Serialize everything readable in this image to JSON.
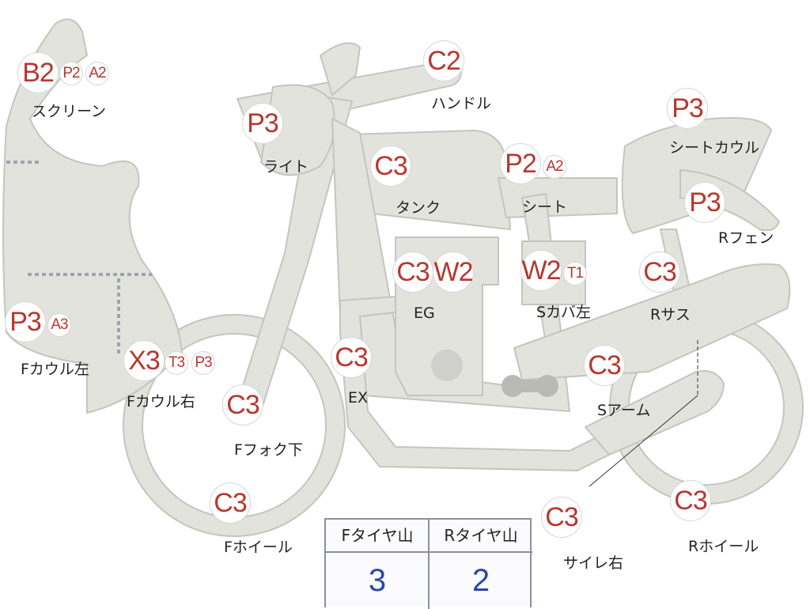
{
  "parts": [
    {
      "id": "screen",
      "label": "スクリーン",
      "codes": [
        "B2",
        "P2",
        "A2"
      ]
    },
    {
      "id": "light",
      "label": "ライト",
      "codes": [
        "P3"
      ]
    },
    {
      "id": "handle",
      "label": "ハンドル",
      "codes": [
        "C2"
      ]
    },
    {
      "id": "tank",
      "label": "タンク",
      "codes": [
        "C3"
      ]
    },
    {
      "id": "seat",
      "label": "シート",
      "codes": [
        "P2",
        "A2"
      ]
    },
    {
      "id": "seatcowl",
      "label": "シートカウル",
      "codes": [
        "P3"
      ]
    },
    {
      "id": "rfender",
      "label": "Rフェン",
      "codes": [
        "P3"
      ]
    },
    {
      "id": "engine",
      "label": "EG",
      "codes": [
        "C3",
        "W2"
      ]
    },
    {
      "id": "scover",
      "label": "Sカバ左",
      "codes": [
        "W2",
        "T1"
      ]
    },
    {
      "id": "rsus",
      "label": "Rサス",
      "codes": [
        "C3"
      ]
    },
    {
      "id": "fcowl_l",
      "label": "Fカウル左",
      "codes": [
        "P3",
        "A3"
      ]
    },
    {
      "id": "fcowl_r",
      "label": "Fカウル右",
      "codes": [
        "X3",
        "T3",
        "P3"
      ]
    },
    {
      "id": "exhaust",
      "label": "EX",
      "codes": [
        "C3"
      ]
    },
    {
      "id": "sarm",
      "label": "Sアーム",
      "codes": [
        "C3"
      ]
    },
    {
      "id": "ffork",
      "label": "Fフォク下",
      "codes": [
        "C3"
      ]
    },
    {
      "id": "fwheel",
      "label": "Fホイール",
      "codes": [
        "C3"
      ]
    },
    {
      "id": "silencer",
      "label": "サイレ右",
      "codes": [
        "C3"
      ]
    },
    {
      "id": "rwheel",
      "label": "Rホイール",
      "codes": [
        "C3"
      ]
    }
  ],
  "tread": {
    "front_label": "Fタイヤ山",
    "rear_label": "Rタイヤ山",
    "front_value": "3",
    "rear_value": "2"
  },
  "colors": {
    "body": "#e3e3de",
    "outline": "#c4c4c0",
    "code": "#b8372f",
    "value": "#2a4a9e"
  }
}
